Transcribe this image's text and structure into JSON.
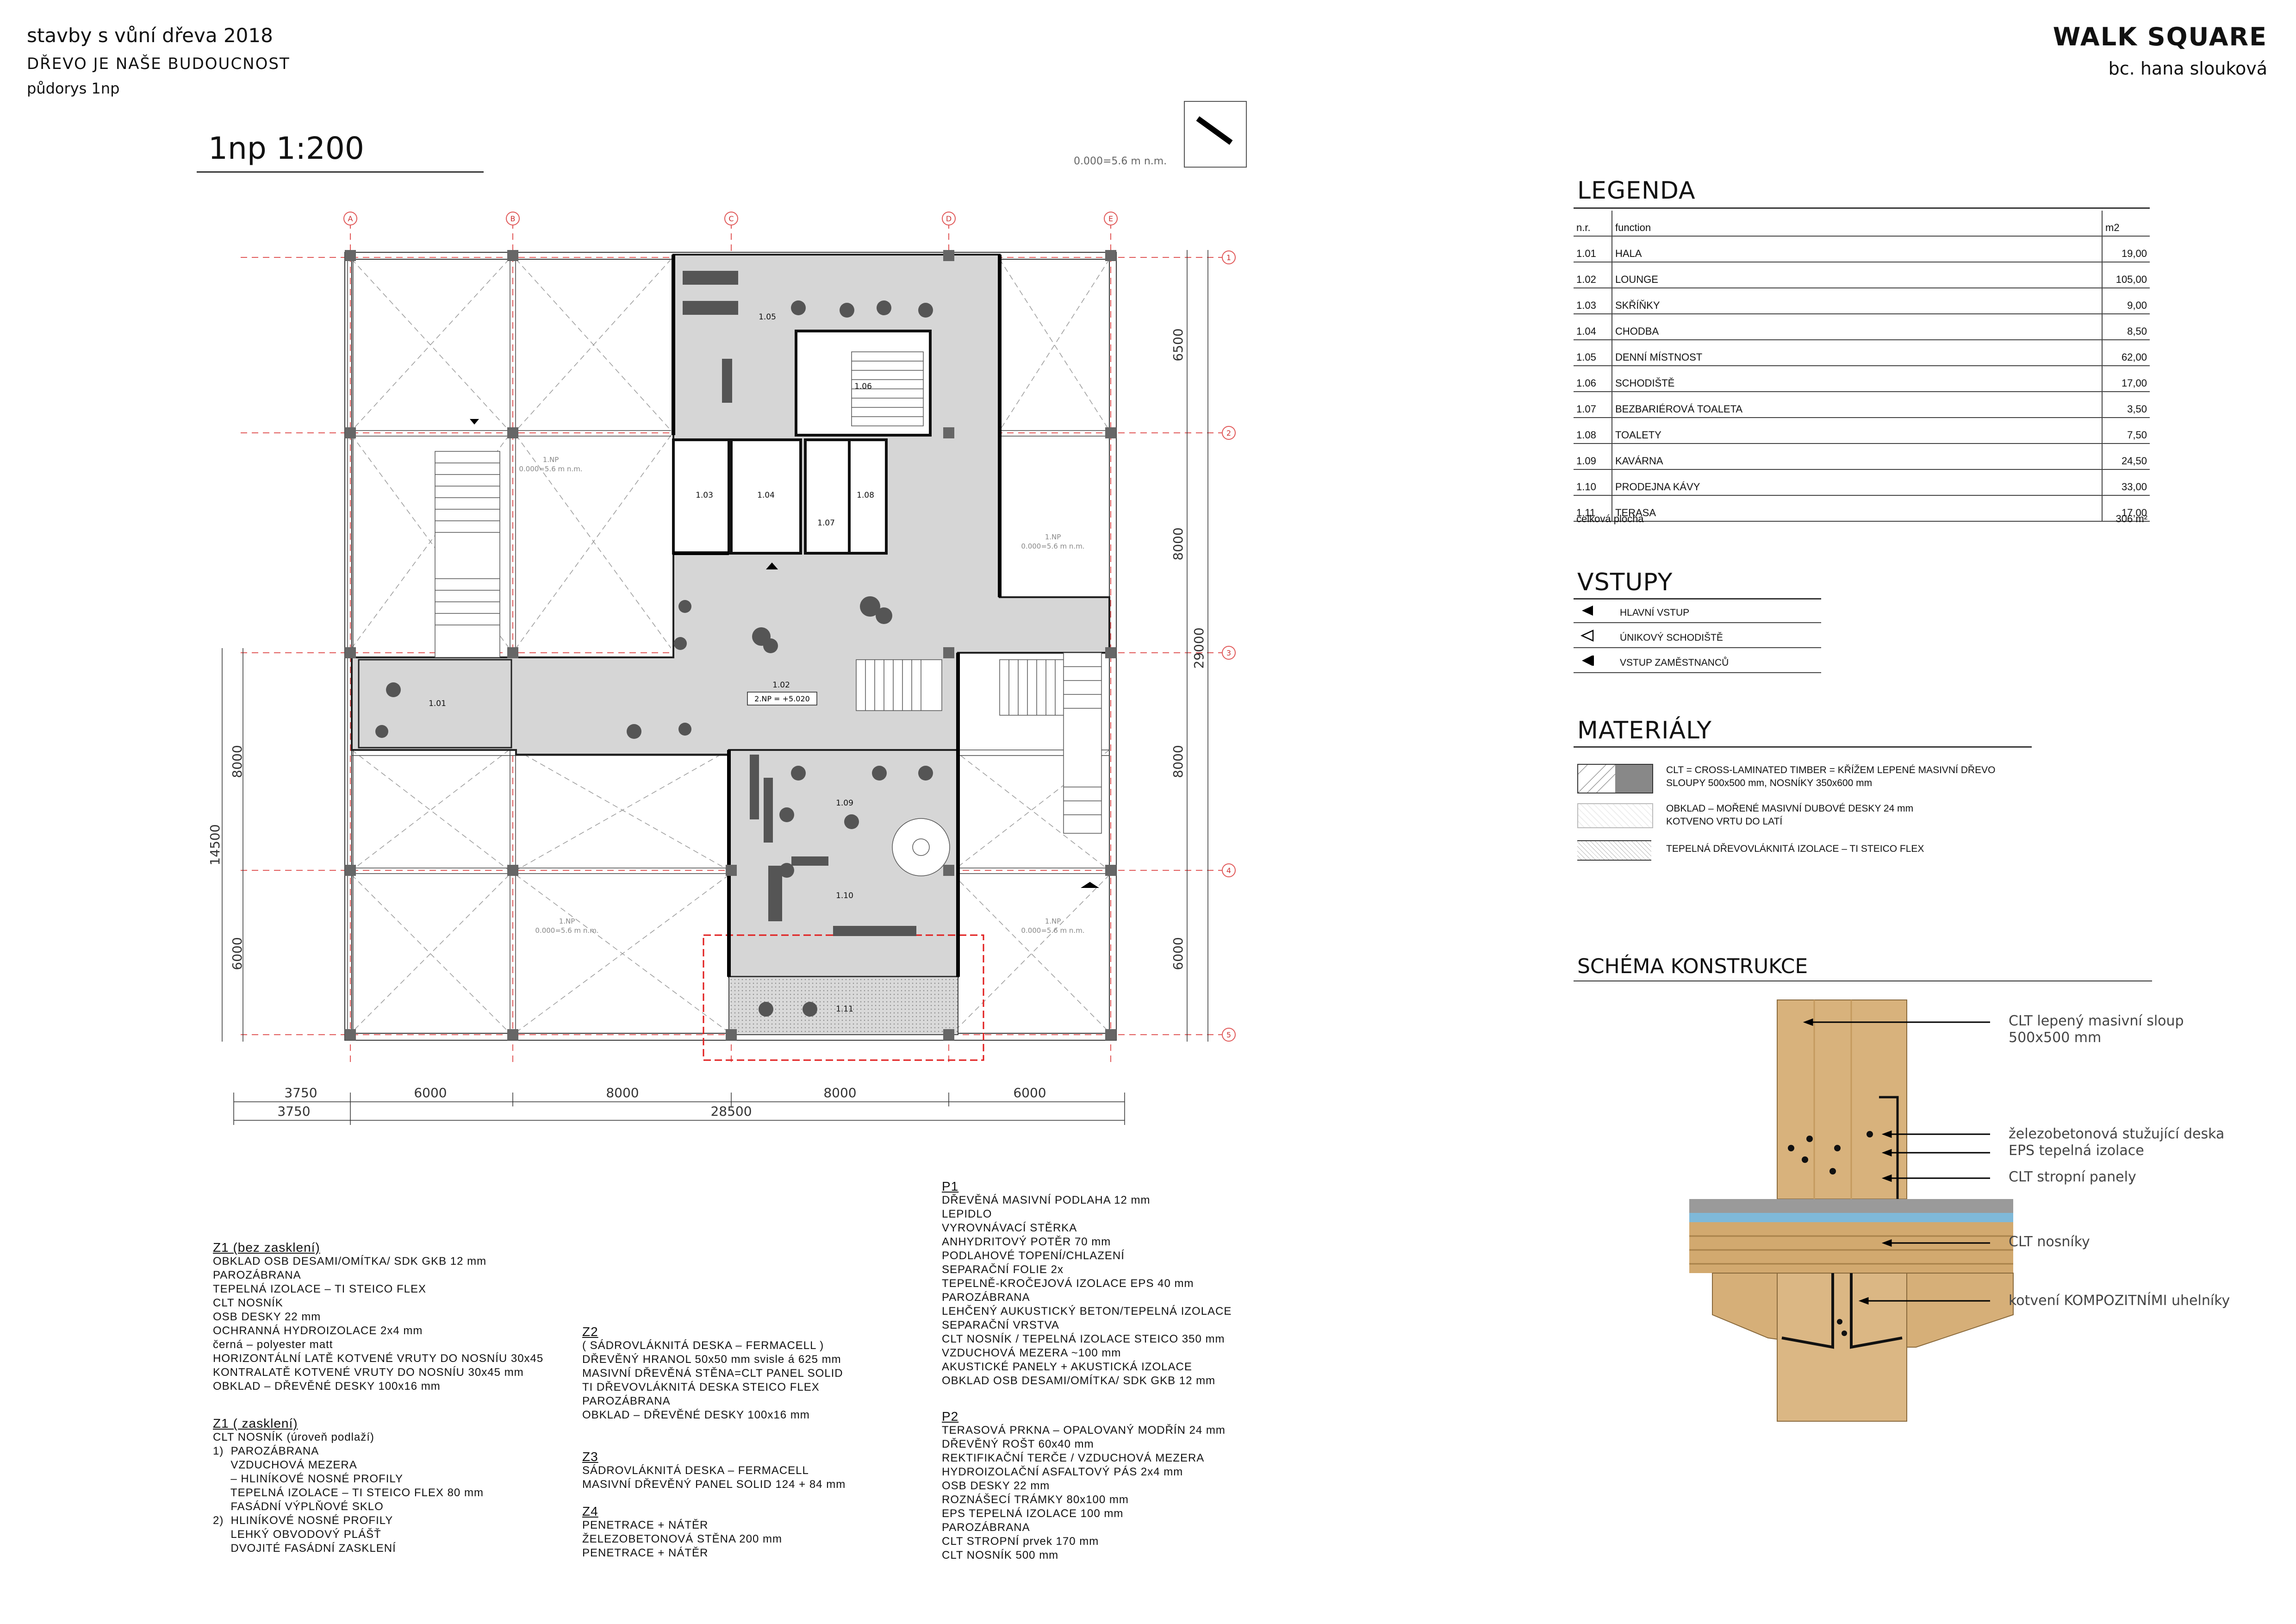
{
  "header": {
    "line1": "stavby s vůní dřeva 2018",
    "line2": "DŘEVO JE NAŠE BUDOUCNOST",
    "line3": "půdorys 1np",
    "project": "WALK SQUARE",
    "author": "bc. hana slouková"
  },
  "plan": {
    "title": "1np 1:200",
    "level_note": "0.000=5.6 m n.m.",
    "axes_letters": [
      "A",
      "B",
      "C",
      "D",
      "E"
    ],
    "axes_numbers": [
      "1",
      "2",
      "3",
      "4",
      "5"
    ],
    "room_labels": [
      "1.01",
      "1.02",
      "1.03",
      "1.04",
      "1.05",
      "1.06",
      "1.07",
      "1.08",
      "1.09",
      "1.10",
      "1.11"
    ],
    "np_label": "1.NP",
    "np_level": "0.000=5.6 m n.m.",
    "upper_level_box": "2.NP = +5.020",
    "dims_bottom_top": [
      "3750",
      "6000",
      "8000",
      "8000",
      "6000"
    ],
    "dims_bottom_low": [
      "3750",
      "28500"
    ],
    "dims_right": [
      "6500",
      "8000",
      "8000",
      "6000",
      "29000"
    ],
    "dims_left": [
      "8000",
      "6000",
      "14500"
    ]
  },
  "legenda": {
    "title": "LEGENDA",
    "headers": [
      "n.r.",
      "function",
      "m2"
    ],
    "rows": [
      [
        "1.01",
        "HALA",
        "19,00"
      ],
      [
        "1.02",
        "LOUNGE",
        "105,00"
      ],
      [
        "1.03",
        "SKŘÍŇKY",
        "9,00"
      ],
      [
        "1.04",
        "CHODBA",
        "8,50"
      ],
      [
        "1.05",
        "DENNÍ MÍSTNOST",
        "62,00"
      ],
      [
        "1.06",
        "SCHODIŠTĚ",
        "17,00"
      ],
      [
        "1.07",
        "BEZBARIÉROVÁ TOALETA",
        "3,50"
      ],
      [
        "1.08",
        "TOALETY",
        "7,50"
      ],
      [
        "1.09",
        "KAVÁRNA",
        "24,50"
      ],
      [
        "1.10",
        "PRODEJNA KÁVY",
        "33,00"
      ],
      [
        "1.11",
        "TERASA",
        "17,00"
      ]
    ],
    "total_label": "celková plocha",
    "total_value": "306 m²"
  },
  "vstupy": {
    "title": "VSTUPY",
    "items": [
      "HLAVNÍ VSTUP",
      "ÚNIKOVÝ SCHODIŠTĚ",
      "VSTUP ZAMĚSTNANCŮ"
    ]
  },
  "materialy": {
    "title": "MATERIÁLY",
    "items": [
      [
        "CLT = CROSS-LAMINATED TIMBER = KŘÍŽEM LEPENÉ MASIVNÍ DŘEVO",
        "SLOUPY 500x500 mm, NOSNÍKY 350x600 mm"
      ],
      [
        "OBKLAD – MOŘENÉ MASIVNÍ DUBOVÉ DESKY 24 mm",
        "KOTVENO VRTU DO LATÍ"
      ],
      [
        "TEPELNÁ DŘEVOVLÁKNITÁ IZOLACE – TI STEICO FLEX"
      ]
    ]
  },
  "schema": {
    "title": "SCHÉMA KONSTRUKCE",
    "labels": [
      [
        "CLT lepený masivní sloup",
        "500x500 mm"
      ],
      [
        "železobetonová stužující deska",
        "EPS tepelná izolace"
      ],
      [
        "CLT stropní panely"
      ],
      [
        "CLT nosníky"
      ],
      [
        "kotvení KOMPOZITNÍMI uhelníky"
      ]
    ]
  },
  "compositions": {
    "z1a": {
      "title": "Z1 (bez zasklení)",
      "lines": [
        "OBKLAD OSB DESAMI/OMÍTKA/ SDK GKB 12 mm",
        "PAROZÁBRANA",
        "TEPELNÁ IZOLACE – TI STEICO FLEX",
        "CLT NOSNÍK",
        "OSB DESKY 22 mm",
        "OCHRANNÁ HYDROIZOLACE 2x4 mm",
        "černá – polyester matt",
        "HORIZONTÁLNÍ LATĚ KOTVENÉ VRUTY DO NOSNÍU 30x45",
        "KONTRALATĚ KOTVENÉ VRUTY DO NOSNÍU 30x45 mm",
        "OBKLAD – DŘEVĚNÉ DESKY 100x16 mm"
      ]
    },
    "z1b": {
      "title": "Z1 ( zasklení)",
      "lines": [
        "CLT NOSNÍK (úroveň podlaží)",
        "1)  PAROZÁBRANA",
        "     VZDUCHOVÁ MEZERA",
        "     – HLINÍKOVÉ NOSNÉ PROFILY",
        "     TEPELNÁ IZOLACE – TI STEICO FLEX 80 mm",
        "     FASÁDNÍ VÝPLŇOVÉ SKLO",
        "2)  HLINÍKOVÉ NOSNÉ PROFILY",
        "     LEHKÝ OBVODOVÝ PLÁŠŤ",
        "     DVOJITÉ FASÁDNÍ ZASKLENÍ"
      ]
    },
    "z2": {
      "title": "Z2",
      "lines": [
        "( SÁDROVLÁKNITÁ DESKA – FERMACELL )",
        "DŘEVĚNÝ HRANOL 50x50 mm svisle á 625 mm",
        "MASIVNÍ DŘEVĚNÁ STĚNA=CLT PANEL SOLID",
        "TI DŘEVOVLÁKNITÁ DESKA STEICO FLEX",
        "PAROZÁBRANA",
        "OBKLAD – DŘEVĚNÉ DESKY 100x16 mm"
      ]
    },
    "z3": {
      "title": "Z3",
      "lines": [
        "SÁDROVLÁKNITÁ DESKA – FERMACELL",
        "MASIVNÍ DŘEVĚNÝ PANEL SOLID 124 + 84 mm"
      ]
    },
    "z4": {
      "title": "Z4",
      "lines": [
        "PENETRACE + NÁTĚR",
        "ŽELEZOBETONOVÁ STĚNA 200 mm",
        "PENETRACE + NÁTĚR"
      ]
    },
    "p1": {
      "title": "P1",
      "lines": [
        "DŘEVĚNÁ MASIVNÍ PODLAHA 12 mm",
        "LEPIDLO",
        "VYROVNÁVACÍ STĚRKA",
        "ANHYDRITOVÝ POTĚR 70 mm",
        "PODLAHOVÉ TOPENÍ/CHLAZENÍ",
        "SEPARAČNÍ FOLIE 2x",
        "TEPELNĚ-KROČEJOVÁ IZOLACE EPS 40 mm",
        "PAROZÁBRANA",
        "LEHČENÝ AUKUSTICKÝ BETON/TEPELNÁ IZOLACE",
        "SEPARAČNÍ VRSTVA",
        "CLT NOSNÍK / TEPELNÁ IZOLACE STEICO 350 mm",
        "VZDUCHOVÁ MEZERA ~100 mm",
        "AKUSTICKÉ PANELY + AKUSTICKÁ IZOLACE",
        "OBKLAD OSB DESAMI/OMÍTKA/ SDK GKB 12 mm"
      ]
    },
    "p2": {
      "title": "P2",
      "lines": [
        "TERASOVÁ PRKNA – OPALOVANÝ MODŘÍN 24 mm",
        "DŘEVĚNÝ ROŠT 60x40 mm",
        "REKTIFIKAČNÍ TERČE / VZDUCHOVÁ MEZERA",
        "HYDROIZOLAČNÍ ASFALTOVÝ PÁS 2x4 mm",
        "OSB DESKY 22 mm",
        "ROZNÁŠECÍ TRÁMKY 80x100 mm",
        "EPS TEPELNÁ IZOLACE 100 mm",
        "PAROZÁBRANA",
        "CLT STROPNÍ prvek 170 mm",
        "CLT NOSNÍK 500 mm"
      ]
    }
  }
}
